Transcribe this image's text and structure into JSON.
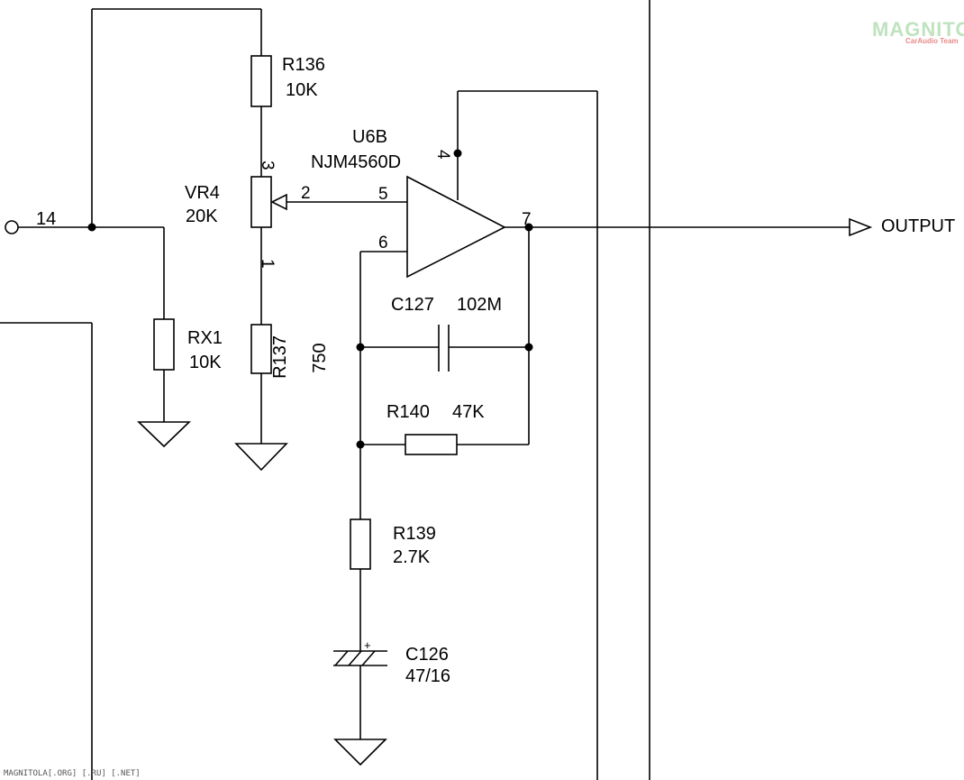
{
  "components": {
    "r136": {
      "ref": "R136",
      "value": "10K"
    },
    "vr4": {
      "ref": "VR4",
      "value": "20K",
      "pin_top": "3",
      "pin_bottom": "1",
      "pin_wiper": "2"
    },
    "r137": {
      "ref": "R137",
      "value": "750"
    },
    "rx1": {
      "ref": "RX1",
      "value": "10K"
    },
    "u6b": {
      "ref": "U6B",
      "part": "NJM4560D",
      "pin_plus": "5",
      "pin_minus": "6",
      "pin_out": "7",
      "pin_pwr": "4"
    },
    "c127": {
      "ref": "C127",
      "value": "102M"
    },
    "r140": {
      "ref": "R140",
      "value": "47K"
    },
    "r139": {
      "ref": "R139",
      "value": "2.7K"
    },
    "c126": {
      "ref": "C126",
      "value": "47/16",
      "polarity": "+"
    }
  },
  "nets": {
    "input_pin": "14",
    "output_label": "OUTPUT"
  },
  "watermark": {
    "brand": "MAGNITOLA",
    "sub": "CarAudio Team",
    "footer": "MAGNITOLA[.ORG] [.RU] [.NET]"
  },
  "colors": {
    "line": "#000000",
    "logo_green": "#bfe3bf",
    "logo_red": "#e88a8a"
  }
}
